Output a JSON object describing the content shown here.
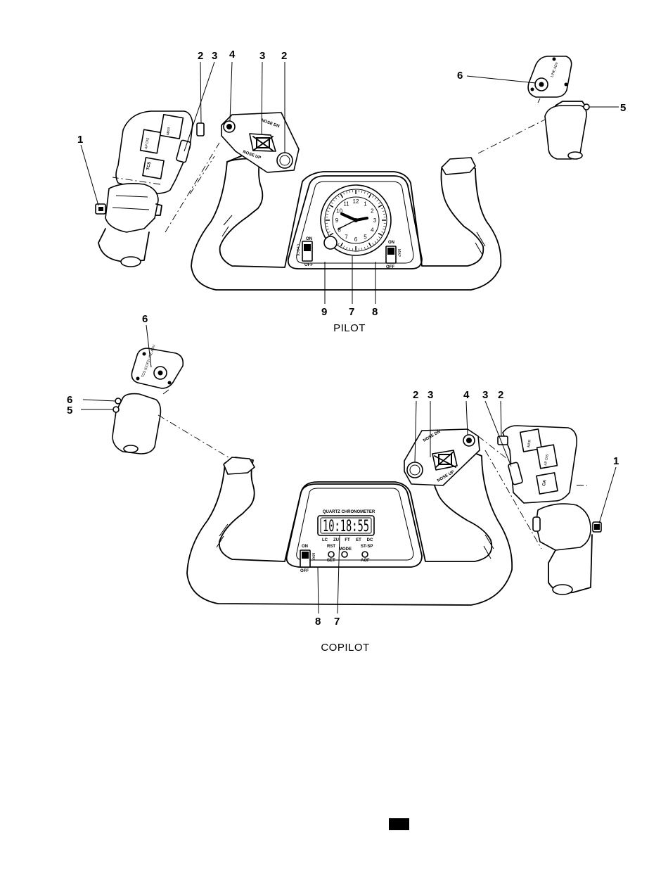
{
  "figure": {
    "captions": {
      "pilot": "PILOT",
      "copilot": "COPILOT"
    },
    "pilot": {
      "callouts": {
        "top_2a": "2",
        "top_3a": "3",
        "top_4": "4",
        "top_3b": "3",
        "top_2b": "2",
        "left_1": "1",
        "right_6": "6",
        "right_5": "5",
        "bottom_9": "9",
        "bottom_7": "7",
        "bottom_8": "8"
      },
      "trim_switch": {
        "nose_dn": "NOSE DN",
        "nose_up": "NOSE UP"
      },
      "clock_switch": {
        "on": "ON",
        "off": "OFF",
        "letters": "CLOCK"
      },
      "map_switch": {
        "on": "ON",
        "off": "OFF",
        "letters": "MAP"
      },
      "handle_labels": {
        "tcs": "TCS",
        "ap_dis": "AP DIS",
        "mkr": "MKR"
      },
      "panel_6": {
        "label": "LINE ADV"
      },
      "clock_numerals": [
        "12",
        "1",
        "2",
        "3",
        "4",
        "5",
        "6",
        "7",
        "8",
        "9",
        "10",
        "11"
      ]
    },
    "copilot": {
      "callouts": {
        "left_6a": "6",
        "left_6b": "6",
        "left_5": "5",
        "top_2a": "2",
        "top_3a": "3",
        "top_4": "4",
        "top_3b": "3",
        "top_2b": "2",
        "right_1": "1",
        "bottom_8": "8",
        "bottom_7": "7"
      },
      "chronometer": {
        "title": "QUARTZ CHRONOMETER",
        "display": "10:18:55",
        "modes": [
          "LC",
          "ZU",
          "FT",
          "ET",
          "DC"
        ],
        "buttons": [
          {
            "top": "RST",
            "bottom": "SET"
          },
          {
            "top": "",
            "bottom": "MODE"
          },
          {
            "top": "ST-SP",
            "bottom": "AOF"
          }
        ]
      },
      "trim_switch": {
        "nose_dn": "NOSE DN",
        "nose_up": "NOSE UP"
      },
      "map_switch": {
        "on": "ON",
        "off": "OFF",
        "letters": "MAP"
      },
      "handle_labels": {
        "ca": "CA",
        "ap_dis": "AP DIS",
        "mkr": "MKR"
      },
      "panel_6": {
        "label": "TCS (COP) LINE ADV"
      }
    }
  }
}
